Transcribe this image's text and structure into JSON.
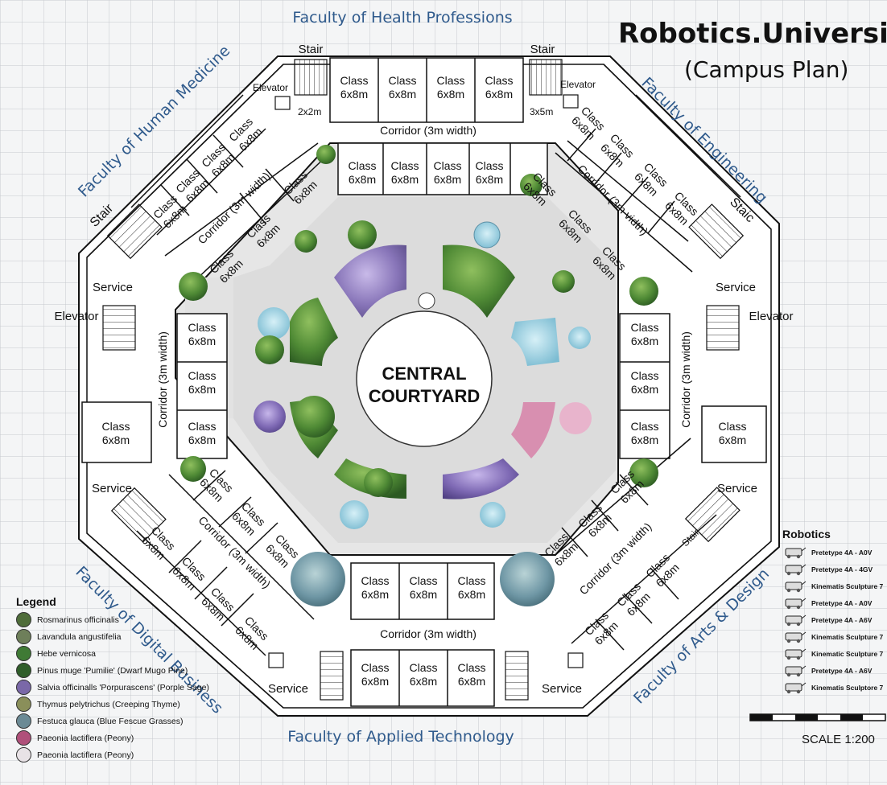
{
  "title": "Robotics.University",
  "subtitle": "(Campus Plan)",
  "faculties": {
    "top": "Faculty of Health Professions",
    "top_left": "Faculty of Human Medicine",
    "top_right": "Faculty of Engineering",
    "bottom_left": "Faculty of Digital Business",
    "bottom_right": "Faculty of Arts & Design",
    "bottom": "Faculty of Applied Technology"
  },
  "center": {
    "line1": "CENTRAL",
    "line2": "COURTYARD"
  },
  "labels": {
    "stair_tl": "Stair",
    "stair_tr": "Stair",
    "stair_l": "Stair",
    "stair_r": "Staic",
    "stair_br": "Stair",
    "elevator_tl": "Elevator",
    "elevator_tr": "Elevator",
    "elevator_l": "Elevator",
    "elevator_r": "Elevator",
    "dim_tl": "2x2m",
    "dim_tr": "3x5m",
    "service_l_top": "Service",
    "service_r_top": "Service",
    "service_l_bot": "Service",
    "service_r_bot": "Service",
    "service_b_l": "Service",
    "service_b_r": "Service",
    "corridor_top": "Corridor (3m width)",
    "corridor_bottom": "Corridor (3m width)",
    "corridor_left": "Corridor (3m width)",
    "corridor_right": "Corridor (3m width)",
    "corridor_tl": "Corridor (3m width)",
    "corridor_tr": "Corridor (3m vidth)",
    "corridor_bl": "Corridor (3m width)",
    "corridor_br": "Corridor (3m width)"
  },
  "rooms": {
    "label": "Class",
    "size": "6x8m"
  },
  "legend": {
    "title": "Legend",
    "items": [
      {
        "name": "Rosmarinus officinalis",
        "color": "#4f6d3a"
      },
      {
        "name": "Lavandula angustifelia",
        "color": "#6e7f5a"
      },
      {
        "name": "Hebe vernicosa",
        "color": "#3f7a35"
      },
      {
        "name": "Pinus muge 'Pumilie' (Dwarf Mugo Pine)",
        "color": "#2f5e2a"
      },
      {
        "name": "Salvia officinalls 'Porpurascens' (Porple Sage)",
        "color": "#7a68a8"
      },
      {
        "name": "Thymus pelytrichus (Creeping Thyme)",
        "color": "#8a8f5a"
      },
      {
        "name": "Festuca glauca (Blue Fescue Grasses)",
        "color": "#6b8a95"
      },
      {
        "name": "Paeonia lactiflera (Peony)",
        "color": "#b0507a"
      },
      {
        "name": "Paeonia lactiflera (Peony)",
        "color": "#e8e2e6"
      }
    ]
  },
  "robotics": {
    "title": "Robotics",
    "items": [
      {
        "name": "Pretetype 4A - A0V"
      },
      {
        "name": "Pretetype 4A - 4GV"
      },
      {
        "name": "Kinematis Sculpture 7"
      },
      {
        "name": "Pretetype 4A - A0V"
      },
      {
        "name": "Pretetype 4A - A6V"
      },
      {
        "name": "Kinematis Sculpture 7"
      },
      {
        "name": "Kinematic Sculpture 7"
      },
      {
        "name": "Pretetype 4A - A6V"
      },
      {
        "name": "Kinematis Sculptore 7"
      }
    ]
  },
  "scale": "SCALE 1:200",
  "colors": {
    "grid": "#c9ccd0",
    "wall": "#111111",
    "faculty_text": "#2f5a8c",
    "paving": "#d6d6d6",
    "water": "#8fc9dc",
    "greenery": "#4c7a3a"
  }
}
